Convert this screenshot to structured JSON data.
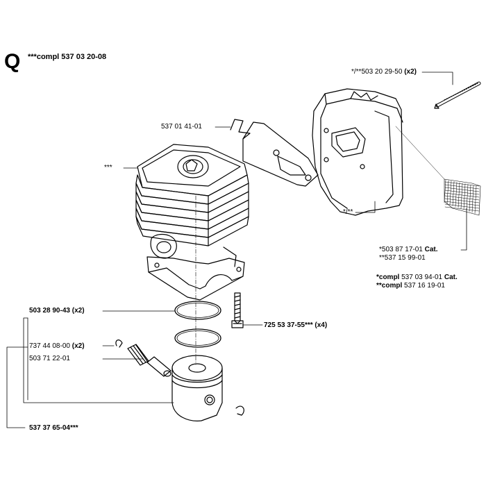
{
  "section": {
    "letter": "Q",
    "title": "***compl 537 03 20-08"
  },
  "parts": {
    "bolt_long": {
      "number": "*/**503 20 29-50",
      "qty": "(x2)"
    },
    "bracket": {
      "number": "537 01 41-01"
    },
    "cylinder": {
      "number": "***"
    },
    "muffler": {
      "number": "*/**"
    },
    "spark_screen": {
      "line1_number": "*503 87 17-01",
      "line1_suffix": "Cat.",
      "line2": "**537 15 99-01"
    },
    "muffler_compl": {
      "line1_prefix": "*compl",
      "line1_number": "537 03 94-01",
      "line1_suffix": "Cat.",
      "line2_prefix": "**compl",
      "line2_number": "537 16 19-01"
    },
    "piston_rings": {
      "number": "503 28 90-43",
      "qty": "(x2)"
    },
    "screws": {
      "number": "725 53 37-55***",
      "qty": "(x4)"
    },
    "circlip": {
      "number": "737 44 08-00",
      "qty": "(x2)"
    },
    "needle_bearing": {
      "number": "503 71 22-01"
    },
    "piston_kit": {
      "number": "537 37 65-04***"
    }
  },
  "colors": {
    "line": "#000000",
    "background": "#ffffff"
  }
}
